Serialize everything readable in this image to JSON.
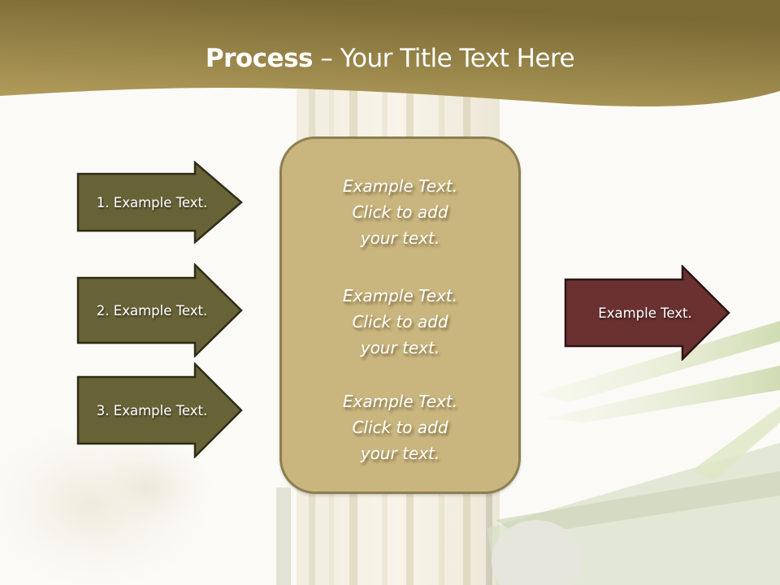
{
  "slide": {
    "title_bold": "Process",
    "title_rest": " – Your Title Text Here"
  },
  "left_arrows": [
    {
      "label": "1. Example Text."
    },
    {
      "label": "2. Example Text."
    },
    {
      "label": "3. Example Text."
    }
  ],
  "center_box": {
    "blocks": [
      {
        "line1": "Example Text.",
        "line2": "Click  to add",
        "line3": "your text."
      },
      {
        "line1": "Example Text.",
        "line2": "Click  to add",
        "line3": "your text."
      },
      {
        "line1": "Example Text.",
        "line2": "Click  to add",
        "line3": "your text."
      }
    ]
  },
  "right_arrow": {
    "label": "Example Text."
  },
  "colors": {
    "header_dark": "#7a6a34",
    "header_light": "#b39c5a",
    "left_arrow_fill": "#676337",
    "left_arrow_border": "#2e2c17",
    "center_box_fill": "#c9b57e",
    "center_box_border": "#8d7f51",
    "right_arrow_fill": "#6a3130",
    "right_arrow_border": "#2c1514",
    "background": "#fbfaf6"
  }
}
